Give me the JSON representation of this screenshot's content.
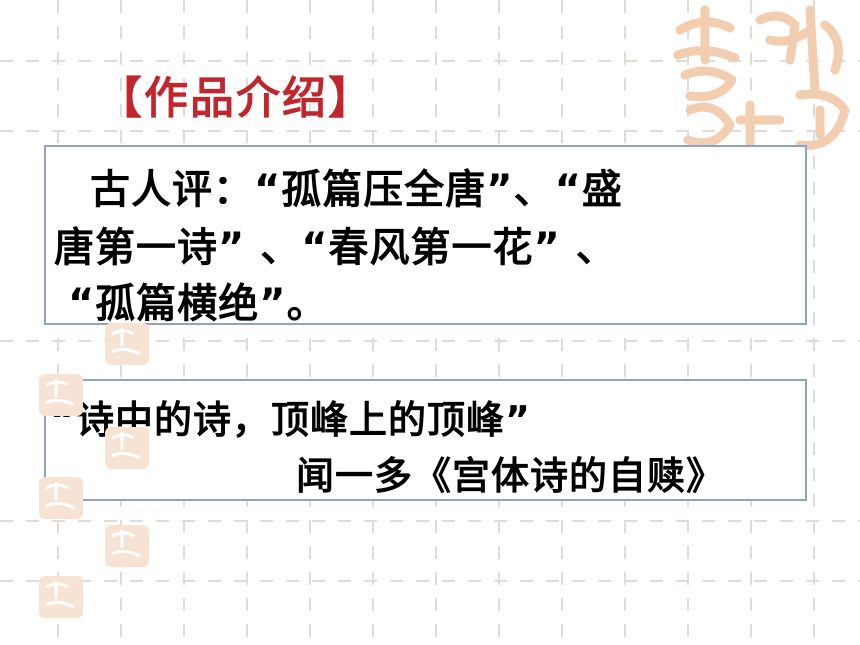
{
  "title": "【作品介绍】",
  "box1": {
    "line1": "古人评：“孤篇压全唐”、“盛",
    "line2": "唐第一诗” 、“春风第一花” 、",
    "line3": "“孤篇横绝”。"
  },
  "box2": {
    "quote": "“诗中的诗，顶峰上的顶峰”",
    "source": "闻一多《宫体诗的自赎》"
  },
  "decoration": {
    "seal_text": "吉祥如意",
    "seal_color": "#f0c9a8",
    "title_color": "#c0262c",
    "border_color": "#8fa3bf"
  }
}
